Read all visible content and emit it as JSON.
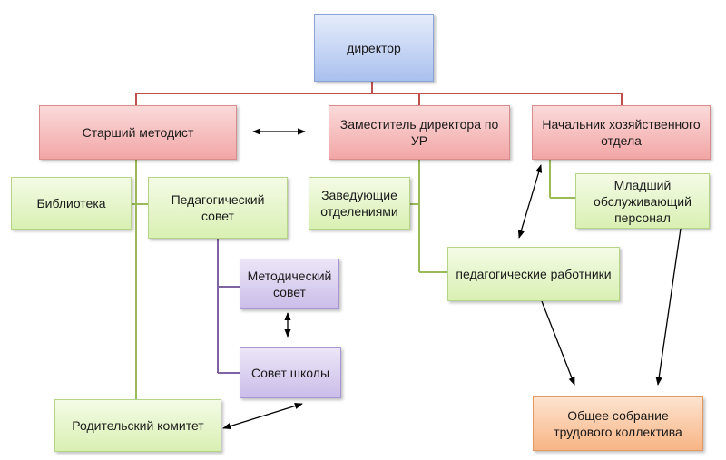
{
  "nodes": {
    "director": "директор",
    "senior_methodist": "Старший методист",
    "deputy_director": "Заместитель директора по УР",
    "head_household": "Начальник хозяйственного отдела",
    "library": "Библиотека",
    "ped_council": "Педагогический совет",
    "dept_heads": "Заведующие отделениями",
    "junior_staff": "Младший обслуживающий персонал",
    "method_council": "Методический совет",
    "ped_workers": "педагогические работники",
    "school_council": "Совет школы",
    "parent_committee": "Родительский комитет",
    "general_meeting": "Общее собрание трудового коллектива"
  },
  "colors": {
    "red_line": "#c0504d",
    "green_line": "#9bbb59",
    "purple_line": "#8064a2",
    "arrow": "#000000"
  }
}
